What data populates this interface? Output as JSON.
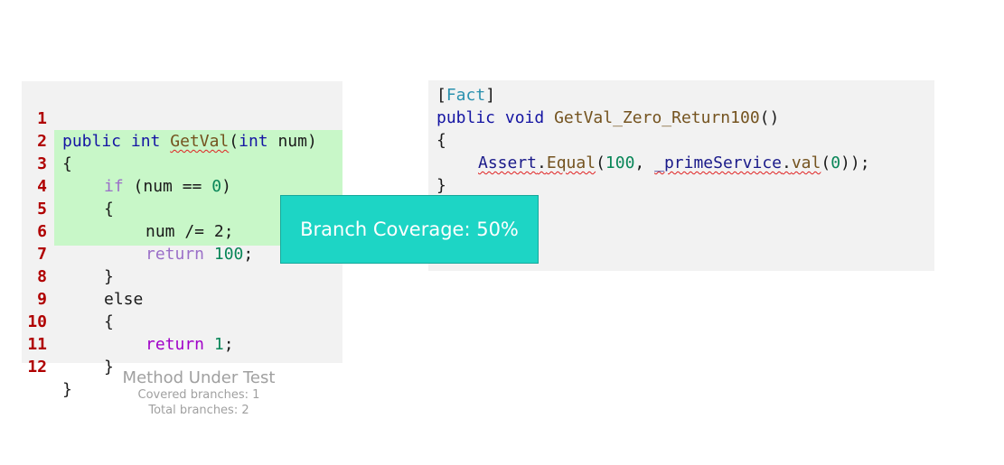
{
  "method_under_test": {
    "line_numbers": [
      "1",
      "2",
      "3",
      "4",
      "5",
      "6",
      "7",
      "8",
      "9",
      "10",
      "11",
      "12"
    ],
    "lines": {
      "l1": {
        "kw1": "public",
        "kw2": "int",
        "fn": "GetVal",
        "open": "(",
        "kw3": "int",
        "rest": " num)"
      },
      "l2": {
        "text": "{"
      },
      "l3": {
        "kw": "if",
        "rest1": " (num == ",
        "num": "0",
        "rest2": ")"
      },
      "l4": {
        "text": "{"
      },
      "l5": {
        "text": "num /= 2;"
      },
      "l6": {
        "kw": "return",
        "num": "100",
        "rest": ";"
      },
      "l7": {
        "text": "}"
      },
      "l8": {
        "kw": "else"
      },
      "l9": {
        "text": "{"
      },
      "l10": {
        "kw": "return",
        "num": "1",
        "rest": ";"
      },
      "l11": {
        "text": "}"
      },
      "l12": {
        "text": "}"
      }
    },
    "caption": {
      "title": "Method Under Test",
      "covered": "Covered branches: 1",
      "total": "Total branches: 2"
    }
  },
  "test_method": {
    "attr_open": "[",
    "attr_name": "Fact",
    "attr_close": "]",
    "sig_kw1": "public",
    "sig_kw2": "void",
    "sig_name": "GetVal_Zero_Return100",
    "sig_parens": "()",
    "open_brace": "{",
    "assert_cls": "Assert",
    "assert_dot": ".",
    "assert_fn": "Equal",
    "arg_open": "(",
    "arg_num1": "100",
    "arg_sep": ", ",
    "arg_obj": "_primeService",
    "arg_dot": ".",
    "arg_fn": "val",
    "arg_open2": "(",
    "arg_num2": "0",
    "arg_close": "));",
    "close_brace": "}"
  },
  "badge": {
    "label": "Branch Coverage: 50%"
  },
  "colors": {
    "coverage_highlight": "#c8f7c8",
    "badge_bg": "#1dd5c5",
    "line_number": "#b00000"
  }
}
